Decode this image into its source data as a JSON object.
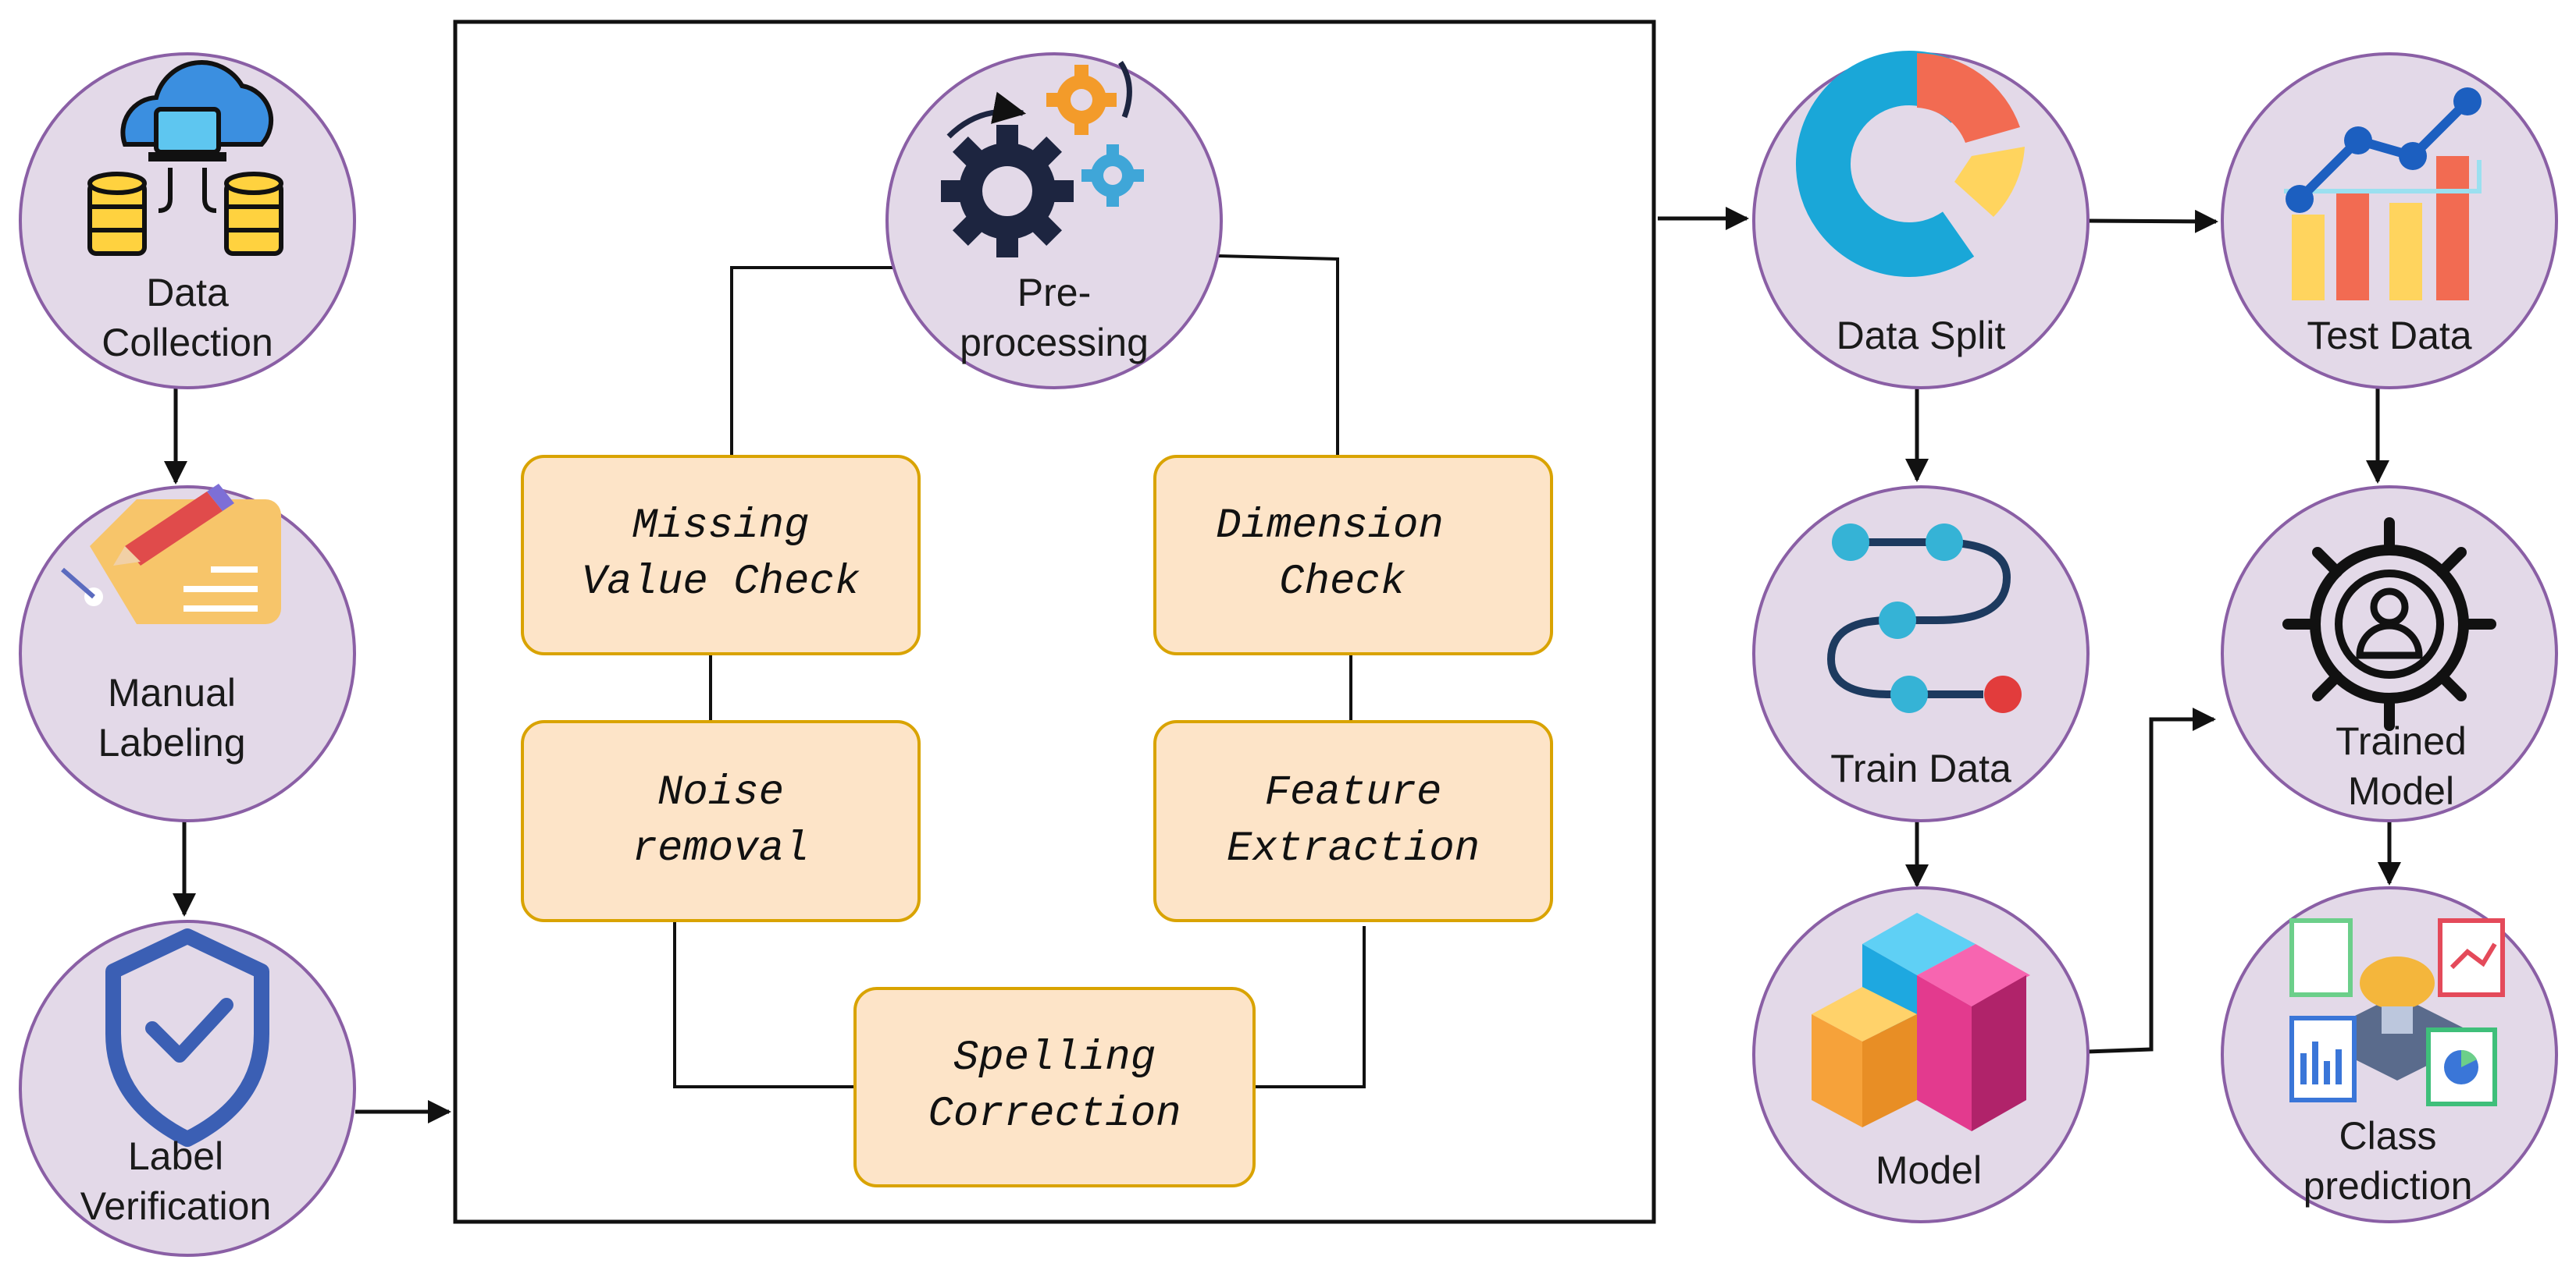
{
  "nodes": {
    "data_collection": "Data\nCollection",
    "manual_labeling": "Manual\nLabeling",
    "label_verification": "Label\nVerification",
    "preprocessing": "Pre-\nprocessing",
    "data_split": "Data Split",
    "test_data": "Test Data",
    "train_data": "Train Data",
    "trained_model": "Trained\nModel",
    "model": "Model",
    "class_prediction": "Class\nprediction"
  },
  "steps": {
    "missing_value": "Missing\nValue Check",
    "dimension": "Dimension\n Check",
    "noise": "Noise\nremoval",
    "feature": "Feature\nExtraction",
    "spelling": "Spelling\nCorrection"
  },
  "colors": {
    "circle_fill": "#e3d9e8",
    "circle_stroke": "#8a5fa5",
    "box_fill": "#fde4c8",
    "box_stroke": "#d9a300",
    "edge": "#111111"
  },
  "icons": [
    "cloud-database-icon",
    "label-tag-pencil-icon",
    "shield-check-icon",
    "gears-icon",
    "donut-chart-icon",
    "bar-line-chart-icon",
    "flow-steps-icon",
    "target-user-icon",
    "blocks-icon",
    "dashboard-ai-icon"
  ]
}
